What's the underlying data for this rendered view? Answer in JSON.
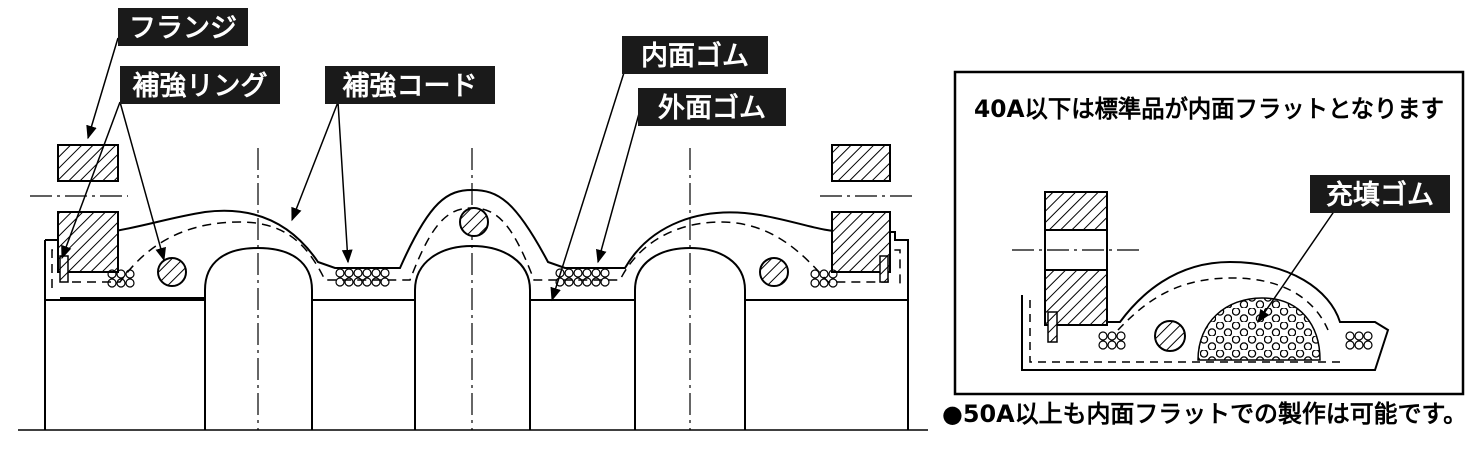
{
  "labels": {
    "flange": "フランジ",
    "reinforcing_ring": "補強リング",
    "reinforcing_cord": "補強コード",
    "inner_rubber": "内面ゴム",
    "outer_rubber": "外面ゴム",
    "filler_rubber": "充填ゴム"
  },
  "inset": {
    "title": "40A以下は標準品が内面フラットとなります"
  },
  "note": "●50A以上も内面フラットでの製作は可能です。",
  "colors": {
    "ink": "#000000",
    "label_bg": "#1a1a1a",
    "label_text": "#ffffff"
  }
}
